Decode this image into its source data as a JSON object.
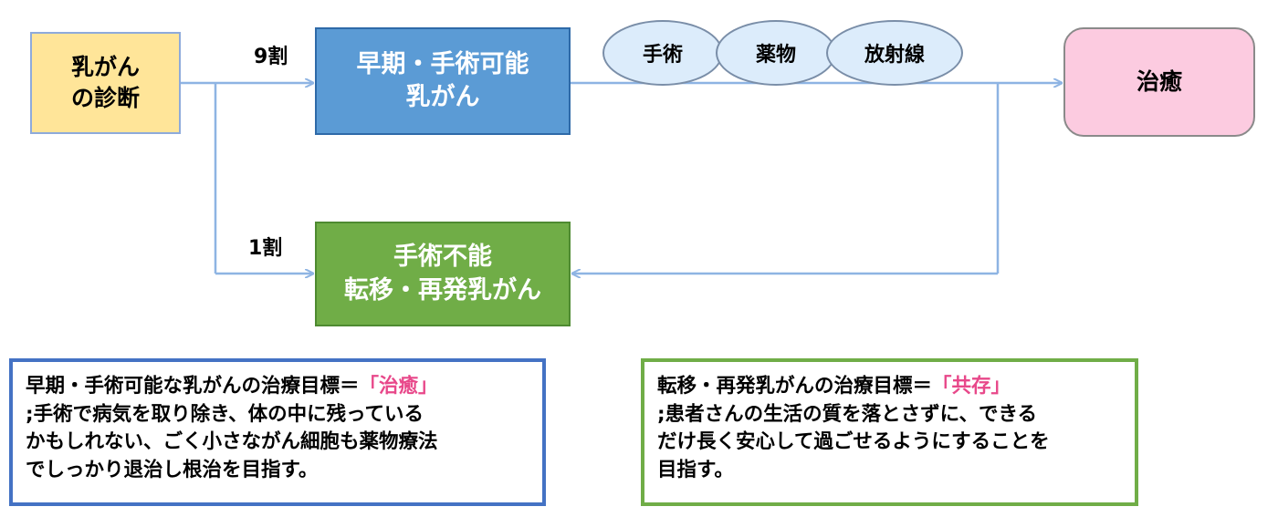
{
  "nodes": {
    "diagnosis": {
      "line1": "乳がん",
      "line2": "の診断"
    },
    "early": {
      "line1": "早期・手術可能",
      "line2": "乳がん"
    },
    "inoperable": {
      "line1": "手術不能",
      "line2": "転移・再発乳がん"
    },
    "cure": {
      "label": "治癒"
    }
  },
  "treatments": [
    "手術",
    "薬物",
    "放射線"
  ],
  "proportions": {
    "early": "9割",
    "inoperable": "1割"
  },
  "notes": {
    "early": {
      "title": "早期・手術可能な乳がんの治療目標＝",
      "goal": "「治癒」",
      "lines": [
        ";手術で病気を取り除き、体の中に残っている",
        "かもしれない、ごく小さながん細胞も薬物療法",
        "でしっかり退治し根治を目指す。"
      ]
    },
    "metastatic": {
      "title": "転移・再発乳がんの治療目標＝",
      "goal": "「共存」",
      "lines": [
        ";患者さんの生活の質を落とさずに、できる",
        "だけ長く安心して過ごせるようにすることを",
        "目指す。"
      ]
    }
  },
  "colors": {
    "diagnosis_fill": "#ffe599",
    "early_fill": "#5b9bd5",
    "inoperable_fill": "#70ad47",
    "cure_fill": "#fccbe0",
    "treatment_fill": "#dcecfb",
    "connector": "#8eb4e3",
    "goal_text": "#e8488a",
    "note_early_border": "#4472c4",
    "note_meta_border": "#70ad47"
  }
}
